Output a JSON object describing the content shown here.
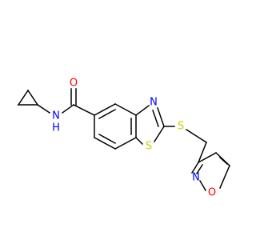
{
  "molecule": {
    "atoms": {
      "amide_o": {
        "label": "O",
        "color": "#ff0000"
      },
      "amide_nh": {
        "label": "N",
        "h_label": "H",
        "color": "#0000ff"
      },
      "thiazole_n": {
        "label": "N",
        "color": "#0000ff"
      },
      "thiazole_s": {
        "label": "S",
        "color": "#cccc00"
      },
      "thioether_s": {
        "label": "S",
        "color": "#cccc00"
      },
      "isoxazole_n": {
        "label": "N",
        "color": "#0000ff"
      },
      "isoxazole_o": {
        "label": "O",
        "color": "#ff0000"
      }
    },
    "bond_color": "#000000"
  }
}
